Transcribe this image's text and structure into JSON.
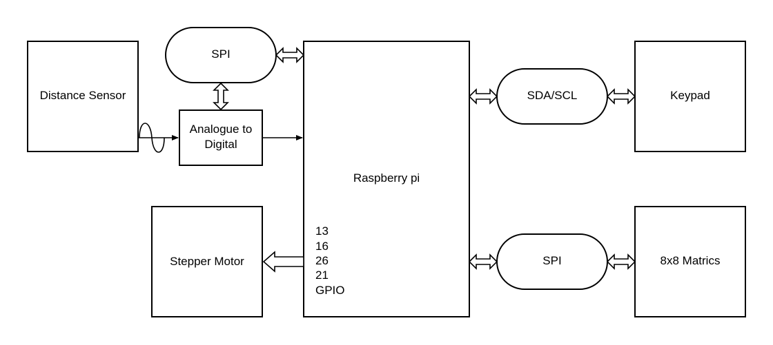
{
  "diagram": {
    "nodes": {
      "distance_sensor": "Distance Sensor",
      "spi_top": "SPI",
      "adc_line1": "Analogue to",
      "adc_line2": "Digital",
      "raspberry_pi": "Raspberry pi",
      "gpio_pins": [
        "13",
        "16",
        "26",
        "21"
      ],
      "gpio_label": "GPIO",
      "stepper_motor": "Stepper Motor",
      "sda_scl": "SDA/SCL",
      "keypad": "Keypad",
      "spi_bottom": "SPI",
      "matrix": "8x8 Matrics"
    }
  }
}
